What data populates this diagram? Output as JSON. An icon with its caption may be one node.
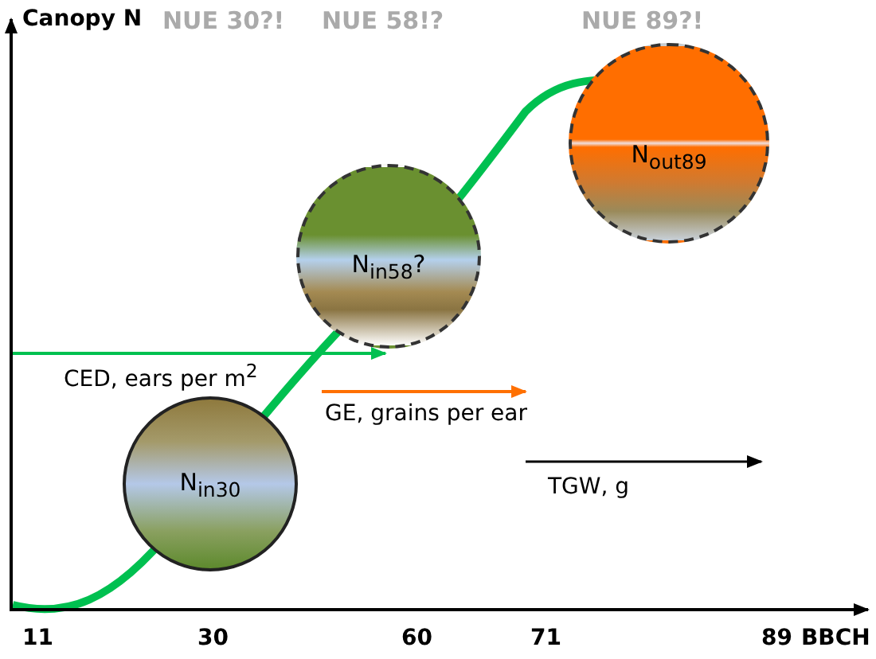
{
  "diagram": {
    "nodes": [
      {
        "text": [
          "N$_{in30}$"
        ]
      },
      {
        "text": [
          "N$_{in58}$?"
        ]
      },
      {
        "text": [
          "N$_{out89}$"
        ]
      }
    ],
    "labels": [
      "Canopy N",
      "NUE 30?!",
      "NUE 58!?",
      "NUE 89?!",
      "CED,  ears  per m$^{2}$",
      "GE, grains per ear",
      "TGW, g",
      "11",
      "30",
      "60",
      "71",
      "89",
      "BBCH"
    ]
  }
}
